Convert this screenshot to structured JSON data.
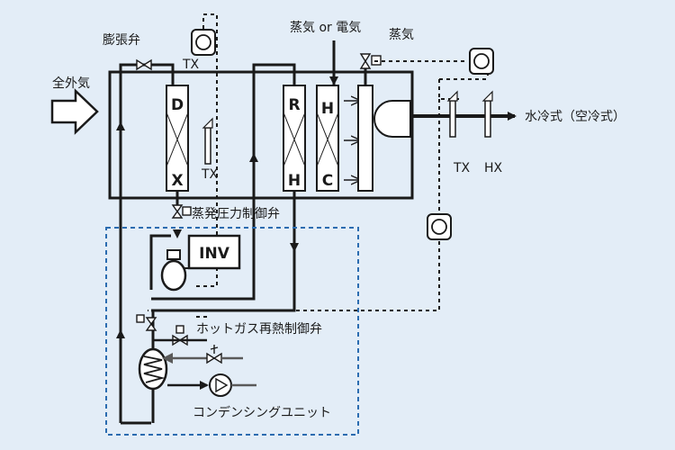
{
  "labels": {
    "expansion_valve": "膨張弁",
    "outdoor_air": "全外気",
    "tx_top": "TX",
    "steam_or_electric": "蒸気 or 電気",
    "steam": "蒸気",
    "water_air_cooled": "水冷式（空冷式）",
    "tx_inner": "TX",
    "tx_right": "TX",
    "hx_right": "HX",
    "evap_pressure_valve": "蒸発圧力制御弁",
    "hot_gas_valve": "ホットガス再熱制御弁",
    "condensing_unit": "コンデンシングユニット",
    "inv": "INV"
  },
  "coils": {
    "d_top": "D",
    "d_bottom": "X",
    "r_top": "R",
    "r_bottom": "H",
    "h_top": "H",
    "h_bottom": "C"
  },
  "colors": {
    "background": "#e3edf7",
    "line": "#1a1a1a",
    "grey_line": "#5a5a5a",
    "dashed_box": "#2b6cb0"
  }
}
